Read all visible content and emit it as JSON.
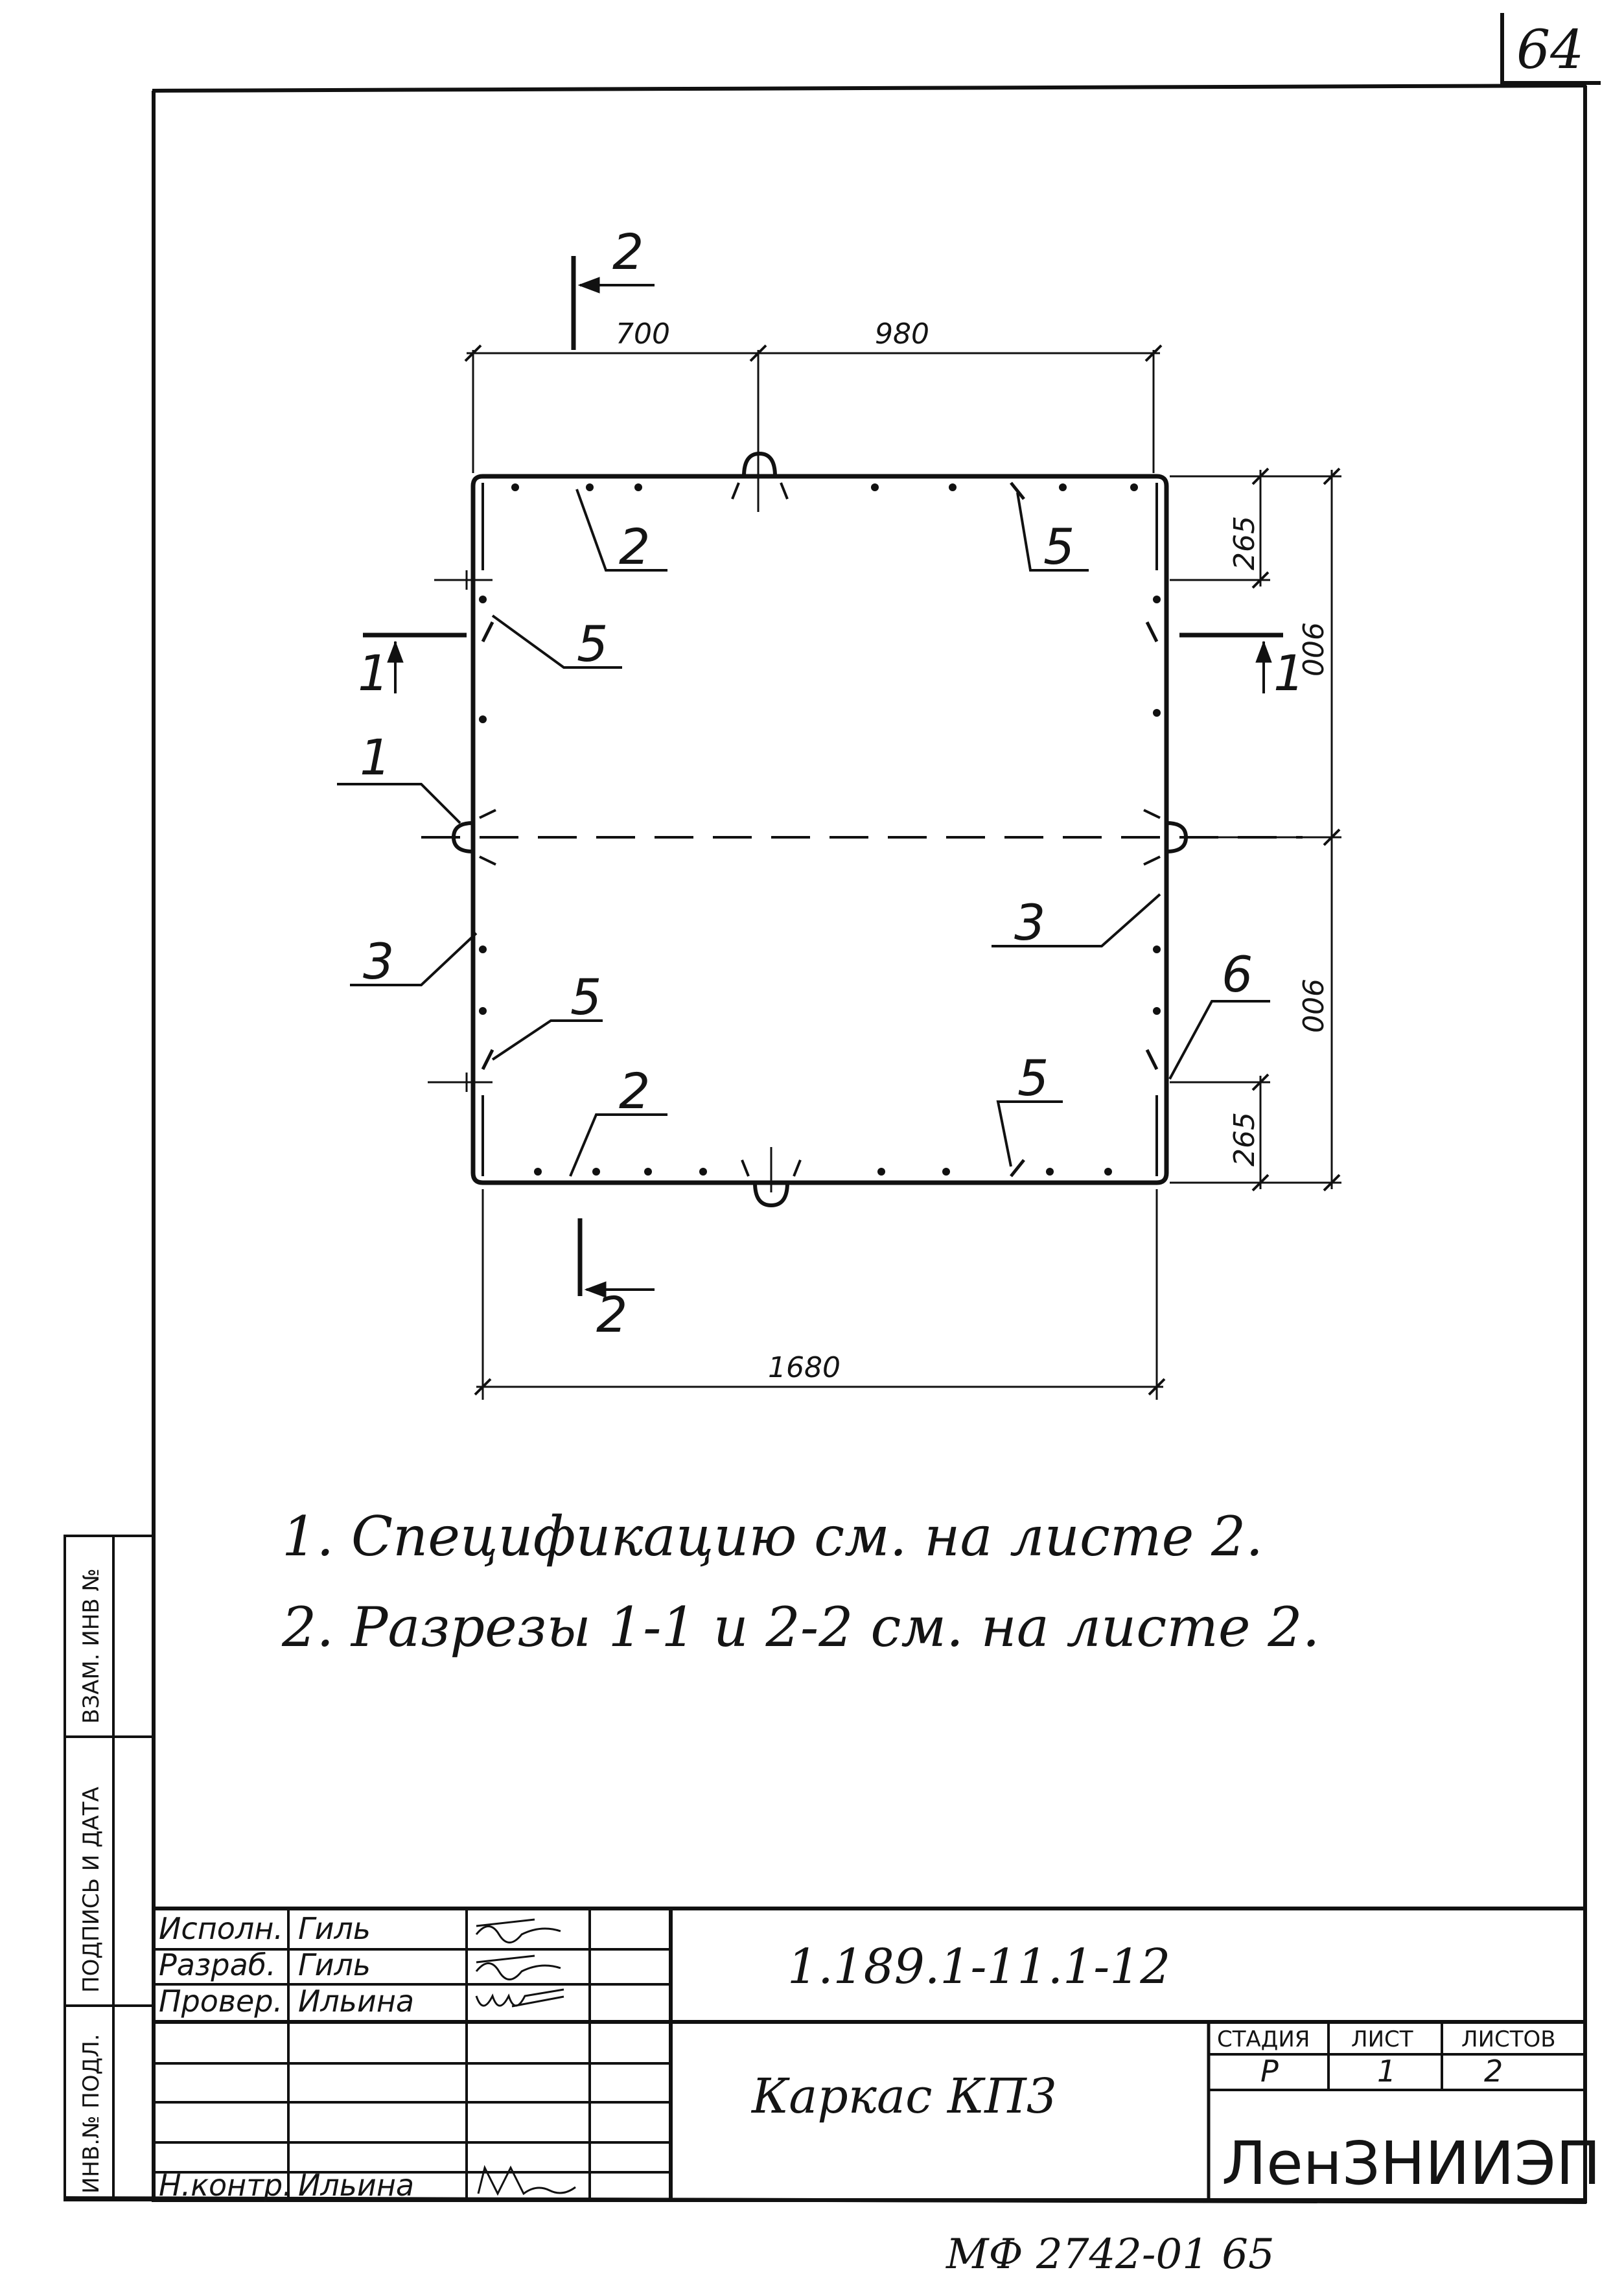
{
  "sheet_number": "64",
  "drawing": {
    "dims": {
      "top_left": "700",
      "top_right": "980",
      "bottom_total": "1680",
      "right_upper": "900",
      "right_lower": "900",
      "right_top_small": "265",
      "right_bottom_small": "265"
    },
    "callouts": {
      "c1": "1",
      "c2_top": "2",
      "c2_bottom": "2",
      "c3_left": "3",
      "c3_right": "3",
      "c5_left_top": "5",
      "c5_left_bottom": "5",
      "c5_top_right": "5",
      "c5_bottom_right": "5",
      "c6": "6"
    },
    "section_marks": {
      "s1_left": "1",
      "s1_right": "1",
      "s2_top": "2",
      "s2_bottom": "2"
    }
  },
  "notes": [
    "1. Спецификацию см. на листе 2.",
    "2. Разрезы 1-1 и 2-2 см. на листе 2."
  ],
  "side_stamp": {
    "inv_podl": "ИНВ.№ ПОДЛ.",
    "podpis_data": "ПОДПИСЬ И ДАТА",
    "vzam_inv": "ВЗАМ. ИНВ №"
  },
  "title_block": {
    "roles": [
      "Исполн.",
      "Разраб.",
      "Провер.",
      "Н.контр."
    ],
    "names": [
      "Гиль",
      "Гиль",
      "Ильина",
      "Ильина"
    ],
    "designation": "1.189.1-11.1-12",
    "title": "Каркас КП3",
    "stage_label": "СТАДИЯ",
    "sheet_label": "ЛИСТ",
    "sheets_label": "ЛИСТОВ",
    "stage": "Р",
    "sheet": "1",
    "sheets": "2",
    "organization": "ЛенЗНИИЭП"
  },
  "footer_code": "МФ 2742-01  65"
}
